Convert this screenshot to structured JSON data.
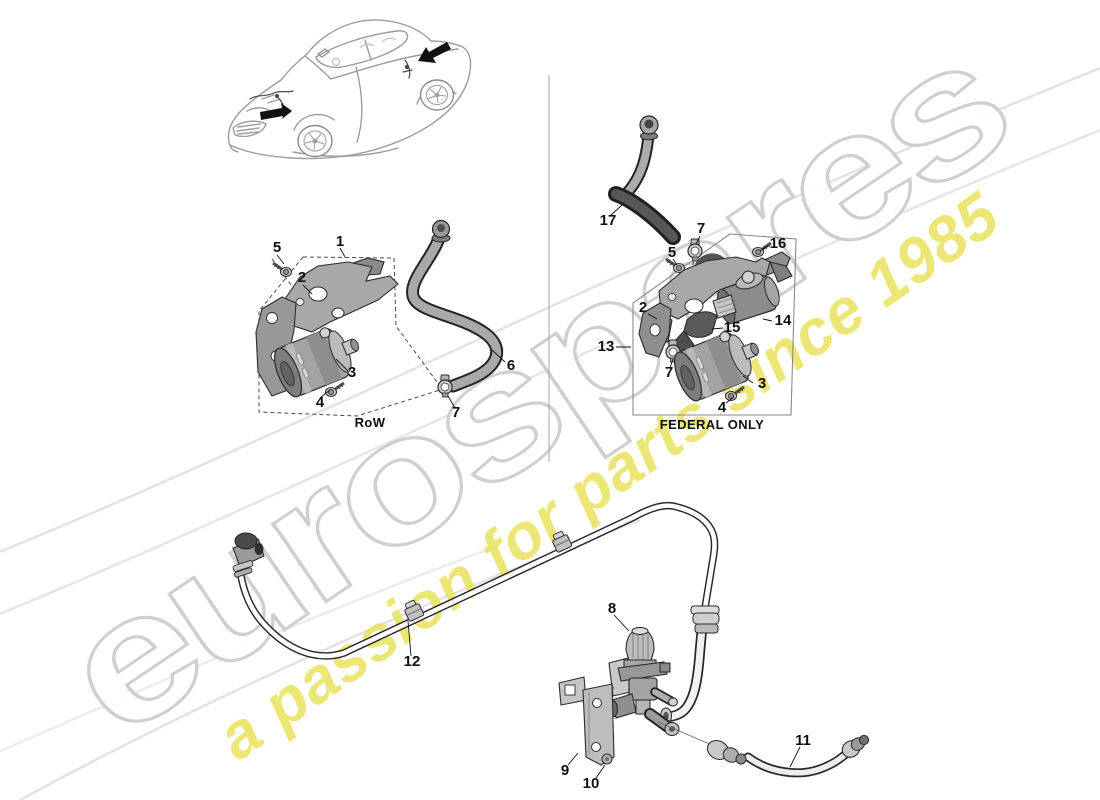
{
  "watermark": {
    "brand": "eurospares",
    "tagline": "a passion for parts since 1985",
    "brand_outline_color": "#cdcdcd",
    "tagline_color": "#e8e155"
  },
  "variant_captions": {
    "left": "RoW",
    "right": "FEDERAL ONLY"
  },
  "part_numbers": {
    "p1": "1",
    "p2": "2",
    "p3": "3",
    "p4": "4",
    "p5": "5",
    "p6": "6",
    "p7": "7",
    "p8": "8",
    "p9": "9",
    "p10": "10",
    "p11": "11",
    "p12": "12",
    "p13": "13",
    "p14": "14",
    "p15": "15",
    "p16": "16",
    "p17": "17"
  }
}
